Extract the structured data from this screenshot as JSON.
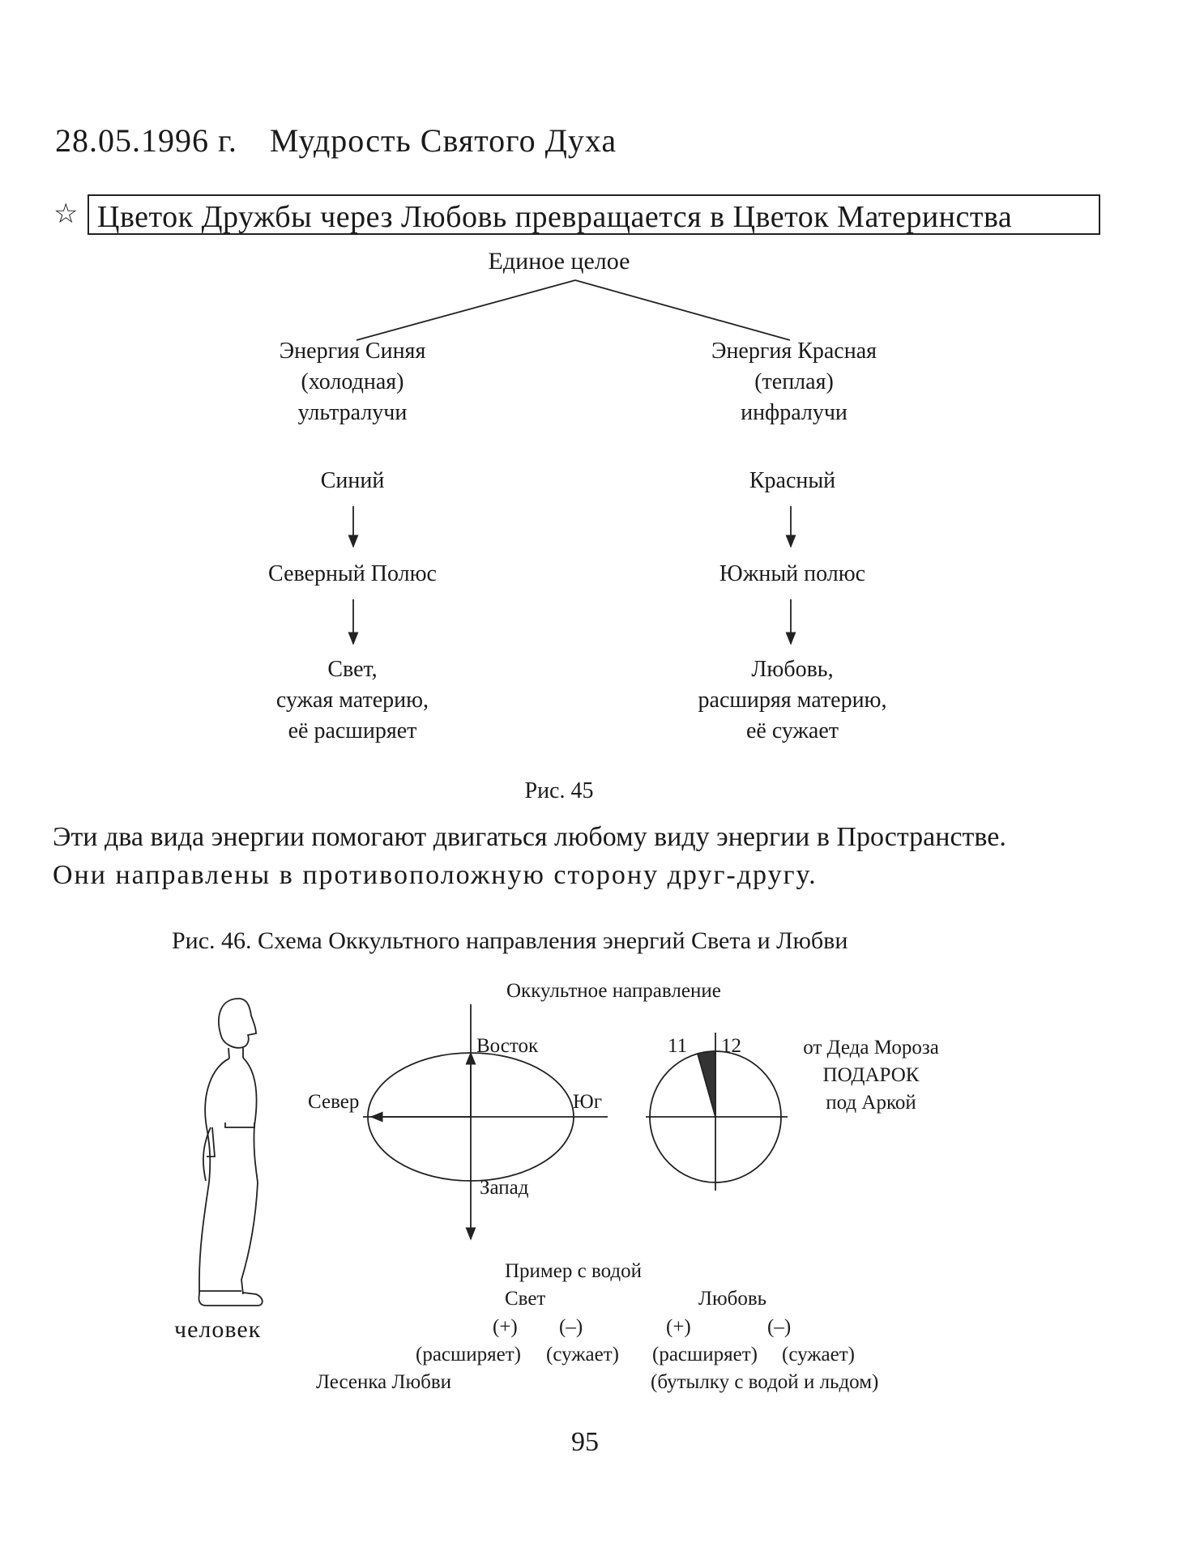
{
  "header": {
    "date": "28.05.1996 г.",
    "title": "Мудрость Святого Духа"
  },
  "star_icon": "star-outline-icon",
  "boxed_title": "Цветок Дружбы через Любовь превращается в Цветок Материнства",
  "fig45": {
    "root": "Единое целое",
    "left": {
      "energy": [
        "Энергия Синяя",
        "(холодная)",
        "ультралучи"
      ],
      "color": "Синий",
      "pole": "Северный Полюс",
      "result": [
        "Свет,",
        "сужая материю,",
        "её расширяет"
      ]
    },
    "right": {
      "energy": [
        "Энергия Красная",
        "(теплая)",
        "инфралучи"
      ],
      "color": "Красный",
      "pole": "Южный полюс",
      "result": [
        "Любовь,",
        "расширяя материю,",
        "её сужает"
      ]
    },
    "caption": "Рис. 45"
  },
  "paragraph": [
    "Эти два вида энергии помогают двигаться любому виду энергии в Пространстве.",
    "Они направлены в противоположную сторону друг-другу."
  ],
  "fig46": {
    "caption": "Рис. 46. Схема Оккультного направления энергий Света и Любви",
    "heading": "Оккультное направление",
    "compass": {
      "east": "Восток",
      "west": "Запад",
      "north": "Север",
      "south": "Юг"
    },
    "clock": {
      "h11": "11",
      "h12": "12"
    },
    "gift": [
      "от Деда Мороза",
      "ПОДАРОК",
      "под Аркой"
    ],
    "person_label": "человек",
    "water": {
      "title": "Пример с водой",
      "light": "Свет",
      "love": "Любовь",
      "light_plus": "(+)",
      "light_minus": "(–)",
      "love_plus": "(+)",
      "love_minus": "(–)",
      "light_expands": "(расширяет)",
      "light_narrows": "(сужает)",
      "love_expands": "(расширяет)",
      "love_narrows": "(сужает)",
      "bottle": "(бутылку с водой и льдом)",
      "ladder": "Лесенка Любви"
    }
  },
  "page_number": "95"
}
